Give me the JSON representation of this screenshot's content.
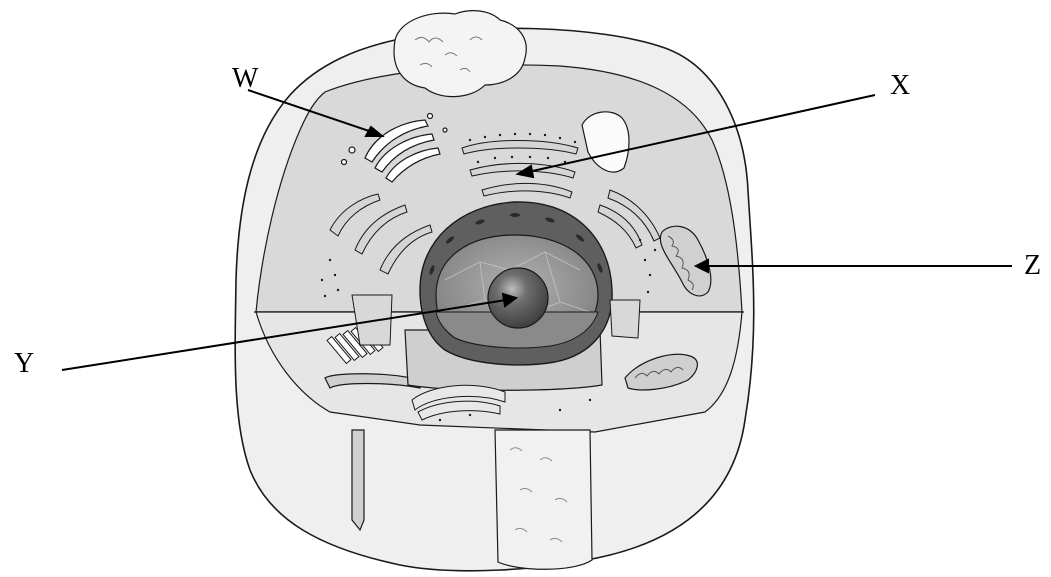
{
  "labels": {
    "w": "W",
    "x": "X",
    "y": "Y",
    "z": "Z"
  },
  "colors": {
    "outline": "#1a1a1a",
    "cell_wall": "#eeeeee",
    "cytoplasm": "#e2e2e2",
    "cut_face": "#c9c9c9",
    "organelle": "#d8d8d8",
    "nucleus_envelope": "#5c5c5c",
    "nucleoplasm": "#9a9a9a",
    "nucleolus": "#4d4d4d"
  }
}
